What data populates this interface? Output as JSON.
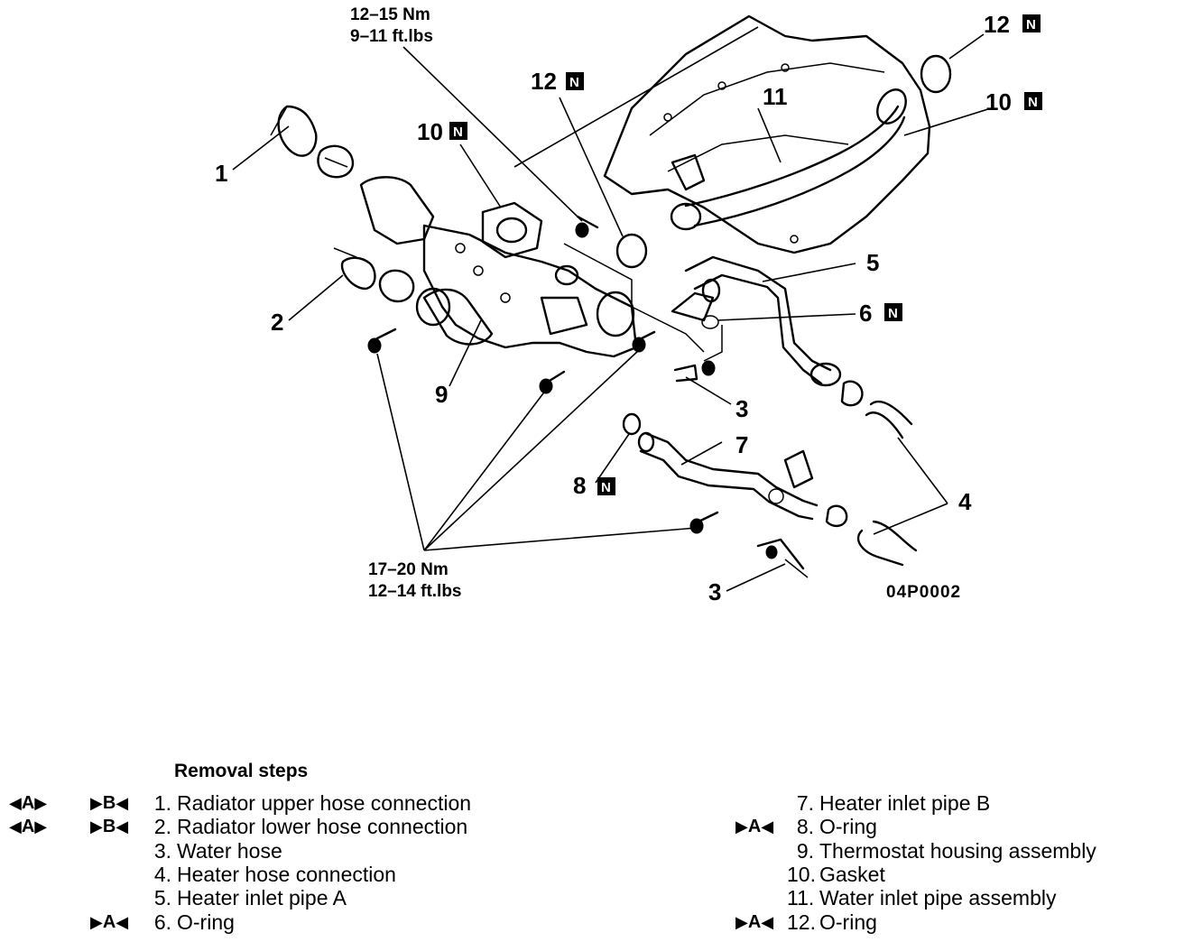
{
  "diagram": {
    "torque_top": {
      "nm": "12–15 Nm",
      "ftlbs": "9–11 ft.lbs"
    },
    "torque_bottom": {
      "nm": "17–20 Nm",
      "ftlbs": "12–14 ft.lbs"
    },
    "figure_code": "04P0002",
    "new_part_letter": "N",
    "callouts": [
      "1",
      "2",
      "3",
      "3",
      "4",
      "5",
      "6",
      "7",
      "8",
      "9",
      "10",
      "10",
      "11",
      "12",
      "12"
    ]
  },
  "legend": {
    "heading": "Removal steps",
    "marker_a_left": "A",
    "marker_a_right": "A",
    "marker_b_right": "B",
    "steps": [
      {
        "num": "1.",
        "text": "Radiator upper hose connection"
      },
      {
        "num": "2.",
        "text": "Radiator lower hose connection"
      },
      {
        "num": "3.",
        "text": "Water hose"
      },
      {
        "num": "4.",
        "text": "Heater hose connection"
      },
      {
        "num": "5.",
        "text": "Heater inlet pipe A"
      },
      {
        "num": "6.",
        "text": "O-ring"
      },
      {
        "num": "7.",
        "text": "Heater inlet pipe B"
      },
      {
        "num": "8.",
        "text": "O-ring"
      },
      {
        "num": "9.",
        "text": "Thermostat housing assembly"
      },
      {
        "num": "10.",
        "text": "Gasket"
      },
      {
        "num": "11.",
        "text": "Water inlet pipe assembly"
      },
      {
        "num": "12.",
        "text": "O-ring"
      }
    ]
  }
}
